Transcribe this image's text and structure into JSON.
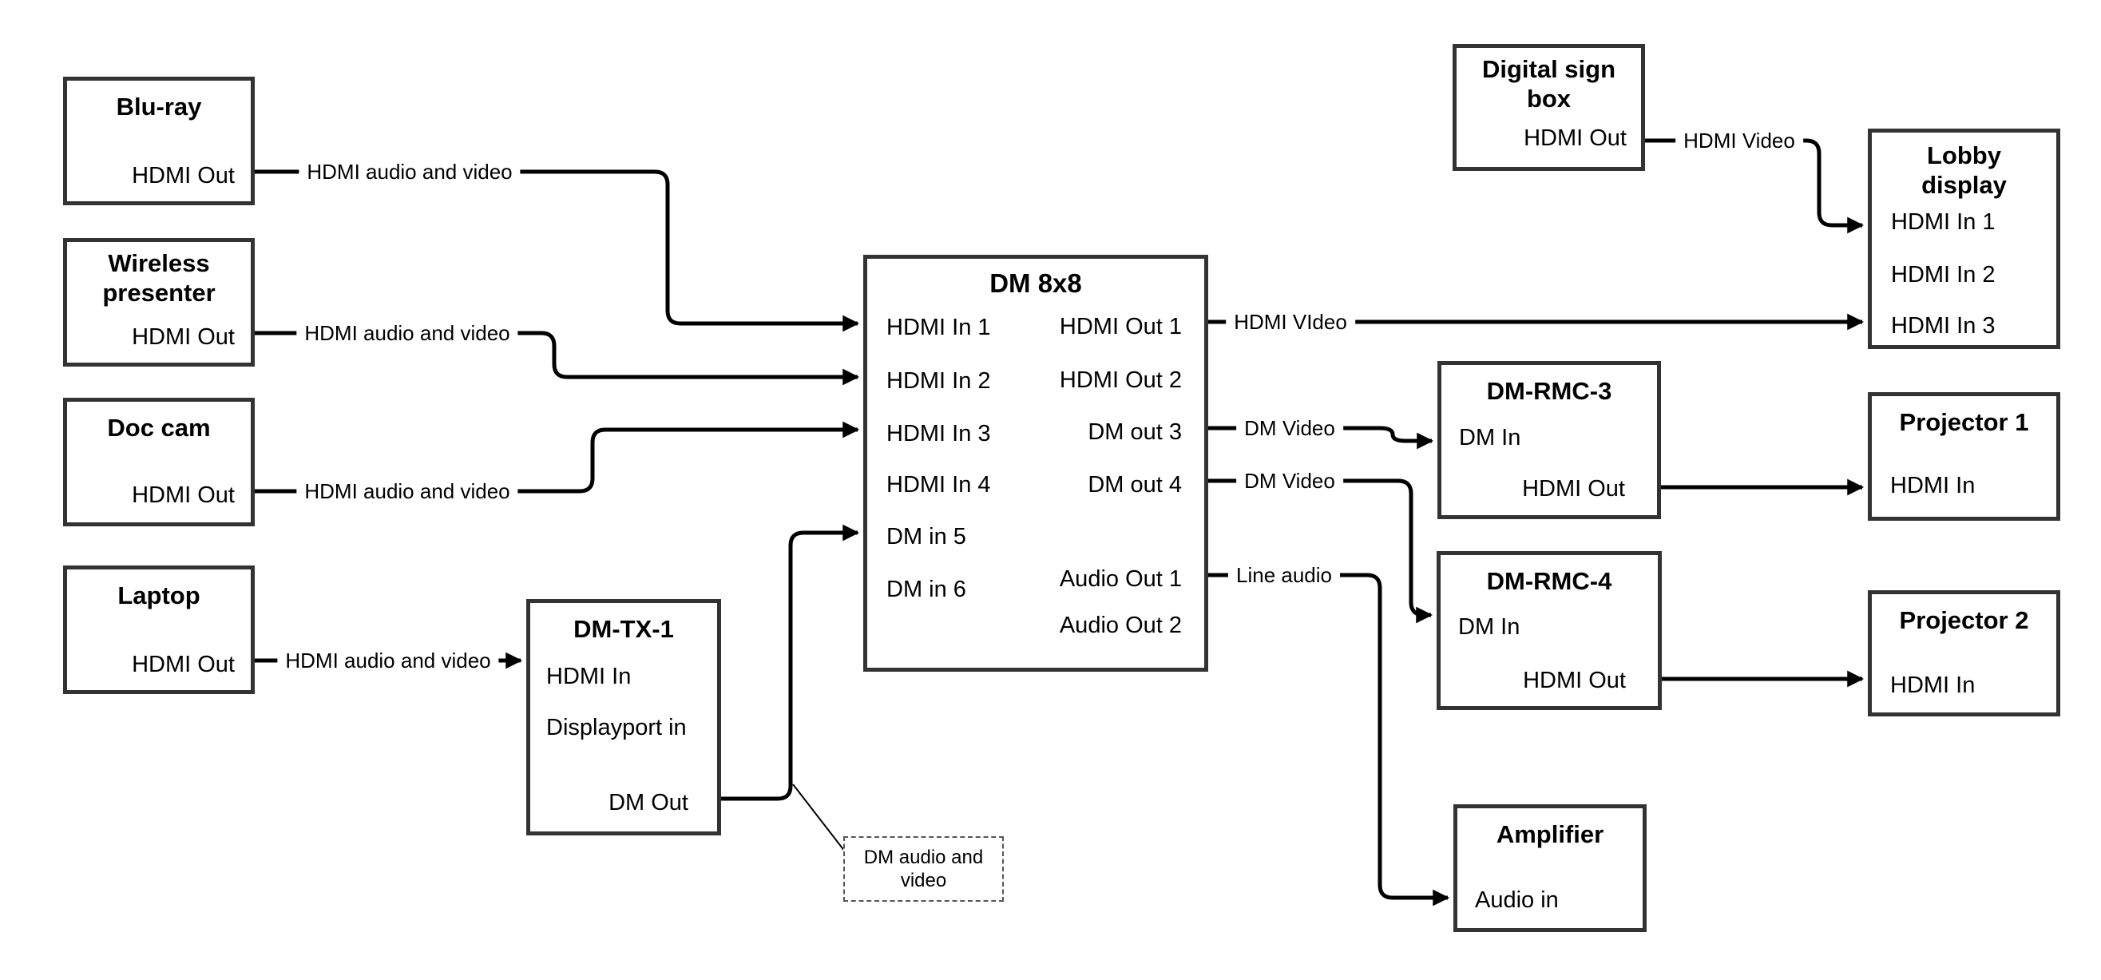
{
  "nodes": {
    "bluray": {
      "title": "Blu-ray",
      "ports": {
        "out": "HDMI Out"
      }
    },
    "wireless": {
      "title": "Wireless presenter",
      "ports": {
        "out": "HDMI Out"
      }
    },
    "doccam": {
      "title": "Doc cam",
      "ports": {
        "out": "HDMI Out"
      }
    },
    "laptop": {
      "title": "Laptop",
      "ports": {
        "out": "HDMI Out"
      }
    },
    "dmtx1": {
      "title": "DM-TX-1",
      "ports": {
        "hdmi_in": "HDMI In",
        "dp_in": "Displayport in",
        "dm_out": "DM Out"
      }
    },
    "dm8x8": {
      "title": "DM 8x8",
      "ports": {
        "in1": "HDMI In 1",
        "in2": "HDMI In 2",
        "in3": "HDMI In 3",
        "in4": "HDMI In 4",
        "in5": "DM in 5",
        "in6": "DM in 6",
        "out1": "HDMI Out 1",
        "out2": "HDMI Out 2",
        "out3": "DM out 3",
        "out4": "DM out 4",
        "aout1": "Audio Out 1",
        "aout2": "Audio Out 2"
      }
    },
    "sign": {
      "title": "Digital sign box",
      "ports": {
        "out": "HDMI Out"
      }
    },
    "lobby": {
      "title": "Lobby display",
      "ports": {
        "in1": "HDMI In 1",
        "in2": "HDMI In 2",
        "in3": "HDMI In 3"
      }
    },
    "rmc3": {
      "title": "DM-RMC-3",
      "ports": {
        "in": "DM In",
        "out": "HDMI Out"
      }
    },
    "proj1": {
      "title": "Projector 1",
      "ports": {
        "in": "HDMI In"
      }
    },
    "rmc4": {
      "title": "DM-RMC-4",
      "ports": {
        "in": "DM In",
        "out": "HDMI Out"
      }
    },
    "proj2": {
      "title": "Projector 2",
      "ports": {
        "in": "HDMI In"
      }
    },
    "amp": {
      "title": "Amplifier",
      "ports": {
        "in": "Audio in"
      }
    }
  },
  "edge_labels": {
    "bluray_link": "HDMI audio and video",
    "wireless_link": "HDMI audio and video",
    "doccam_link": "HDMI audio and video",
    "laptop_link": "HDMI audio and video",
    "hdmi_out1_link": "HDMI VIdeo",
    "dm_out3_link": "DM Video",
    "dm_out4_link": "DM Video",
    "audio_out1_link": "Line audio",
    "sign_link": "HDMI Video"
  },
  "note": {
    "text": "DM audio and video"
  },
  "colors": {
    "background": "#ffffff",
    "box_border": "#333333",
    "line": "#000000",
    "text": "#000000"
  }
}
